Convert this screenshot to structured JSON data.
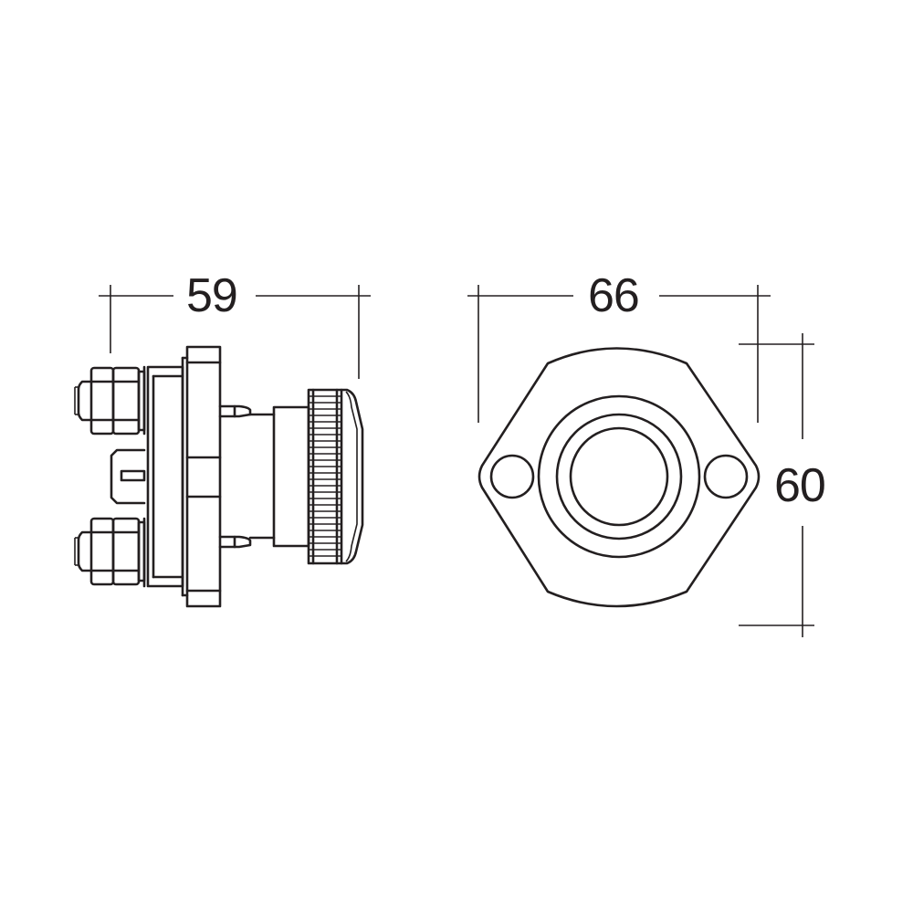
{
  "figure": {
    "description": "Technical dimension drawing of a battery isolator switch",
    "line_color": "#231f20",
    "background": "#ffffff"
  },
  "side_view": {
    "name": "side-view",
    "dimension_width": {
      "value": "59",
      "unit": "mm"
    }
  },
  "front_view": {
    "name": "front-view",
    "dimension_width": {
      "value": "66",
      "unit": "mm"
    },
    "dimension_height": {
      "value": "60",
      "unit": "mm"
    }
  }
}
